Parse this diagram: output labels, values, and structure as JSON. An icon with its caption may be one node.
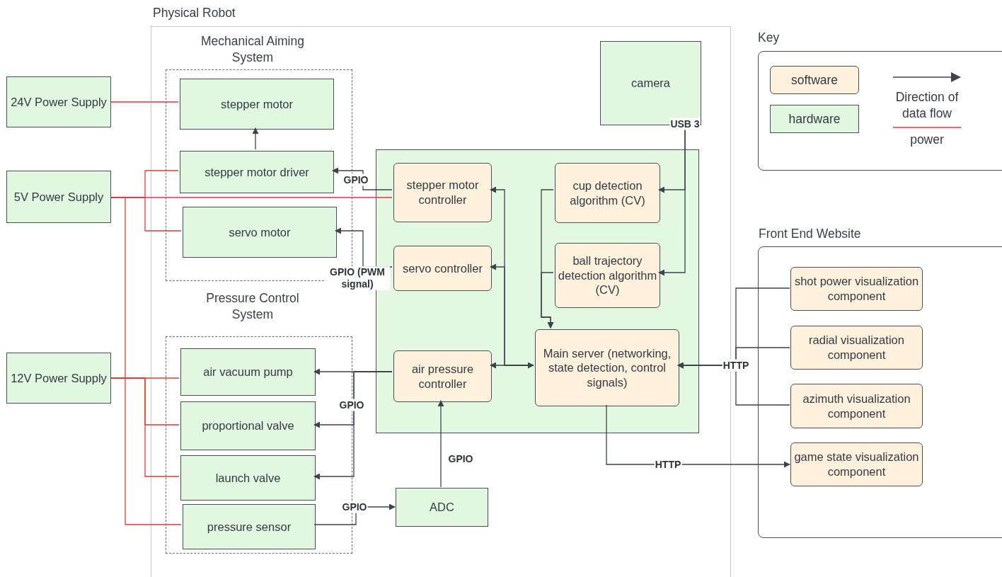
{
  "diagram": {
    "nodes": [
      {
        "text": [
          "Physical Robot"
        ]
      },
      {
        "text": [
          "Mechanical Aiming System"
        ],
        "in": 0
      },
      {
        "text": [
          "stepper motor"
        ],
        "in": 1
      },
      {
        "text": [
          "stepper motor driver"
        ],
        "in": 1
      },
      {
        "text": [
          "servo motor"
        ],
        "in": 1
      },
      {
        "text": [
          "Pressure Control System"
        ],
        "in": 0
      },
      {
        "text": [
          "air vacuum pump"
        ],
        "in": 5
      },
      {
        "text": [
          "proportional valve"
        ],
        "in": 5
      },
      {
        "text": [
          "launch valve"
        ],
        "in": 5
      },
      {
        "text": [
          "pressure sensor"
        ],
        "in": 5
      },
      {
        "text": [],
        "shape": "box",
        "in": 0
      },
      {
        "text": [
          "stepper motor controller"
        ],
        "in": 10
      },
      {
        "text": [
          "servo controller"
        ],
        "in": 10
      },
      {
        "text": [
          "cup detection algorithm (CV)"
        ],
        "in": 10
      },
      {
        "text": [
          "ball trajectory detection algorithm (CV)"
        ],
        "in": 10
      },
      {
        "text": [
          "air pressure controller"
        ],
        "in": 10
      },
      {
        "text": [
          "Main server (networking, state detection, control signals)"
        ],
        "in": 10
      },
      {
        "text": [
          "camera"
        ],
        "in": 0
      },
      {
        "text": [
          "ADC"
        ],
        "in": 0
      },
      {
        "text": [
          "24V Power Supply"
        ]
      },
      {
        "text": [
          "5V Power Supply"
        ]
      },
      {
        "text": [
          "12V Power Supply"
        ]
      },
      {
        "text": [
          "Front End Website"
        ]
      },
      {
        "text": [
          "shot power visualization component"
        ],
        "in": 22
      },
      {
        "text": [
          "radial visualization component"
        ],
        "in": 22
      },
      {
        "text": [
          "azimuth visualization component"
        ],
        "in": 22
      },
      {
        "text": [
          "game state visualization component"
        ],
        "in": 22
      }
    ],
    "edges": [
      {
        "from": 19,
        "to": 2,
        "arrow": "none",
        "color": "#e0393e"
      },
      {
        "from": 20,
        "to": 3,
        "arrow": "none",
        "color": "#e0393e"
      },
      {
        "from": 20,
        "to": 4,
        "arrow": "none",
        "color": "#e0393e"
      },
      {
        "from": 20,
        "to": 11,
        "arrow": "none",
        "color": "#e0393e"
      },
      {
        "from": 20,
        "to": 9,
        "arrow": "none",
        "color": "#e0393e"
      },
      {
        "from": 21,
        "to": 6,
        "arrow": "none",
        "color": "#e0393e"
      },
      {
        "from": 21,
        "to": 7,
        "arrow": "none",
        "color": "#e0393e"
      },
      {
        "from": 21,
        "to": 8,
        "arrow": "none",
        "color": "#e0393e"
      },
      {
        "from": 3,
        "to": 2,
        "arrow": "to"
      },
      {
        "from": 11,
        "to": 3,
        "arrow": "to",
        "label": "GPIO"
      },
      {
        "from": 12,
        "to": 4,
        "arrow": "to",
        "label": "GPIO (PWM signal)"
      },
      {
        "from": 15,
        "to": 6,
        "arrow": "to"
      },
      {
        "from": 15,
        "to": 7,
        "arrow": "to",
        "label": "GPIO"
      },
      {
        "from": 15,
        "to": 8,
        "arrow": "to"
      },
      {
        "from": 9,
        "to": 18,
        "arrow": "to",
        "label": "GPIO"
      },
      {
        "from": 18,
        "to": 15,
        "arrow": "to",
        "label": "GPIO"
      },
      {
        "from": 17,
        "to": 13,
        "arrow": "to",
        "label": "USB 3"
      },
      {
        "from": 17,
        "to": 14,
        "arrow": "to"
      },
      {
        "from": 13,
        "to": 16,
        "arrow": "to"
      },
      {
        "from": 14,
        "to": 16,
        "arrow": "to"
      },
      {
        "from": 16,
        "to": 11,
        "arrow": "to"
      },
      {
        "from": 16,
        "to": 12,
        "arrow": "to"
      },
      {
        "from": 15,
        "to": 16,
        "arrow": "both"
      },
      {
        "from": 23,
        "to": 16,
        "arrow": "to",
        "label": "HTTP"
      },
      {
        "from": 24,
        "to": 16,
        "arrow": "to"
      },
      {
        "from": 25,
        "to": 16,
        "arrow": "to"
      },
      {
        "from": 16,
        "to": 26,
        "arrow": "to",
        "label": "HTTP"
      }
    ],
    "labels": [
      "Key"
    ],
    "legend": [
      {
        "text": "software",
        "color": "#fff1db"
      },
      {
        "text": "hardware",
        "color": "#e2f7df"
      },
      {
        "text": "Direction of data flow"
      },
      {
        "text": "power"
      }
    ]
  }
}
